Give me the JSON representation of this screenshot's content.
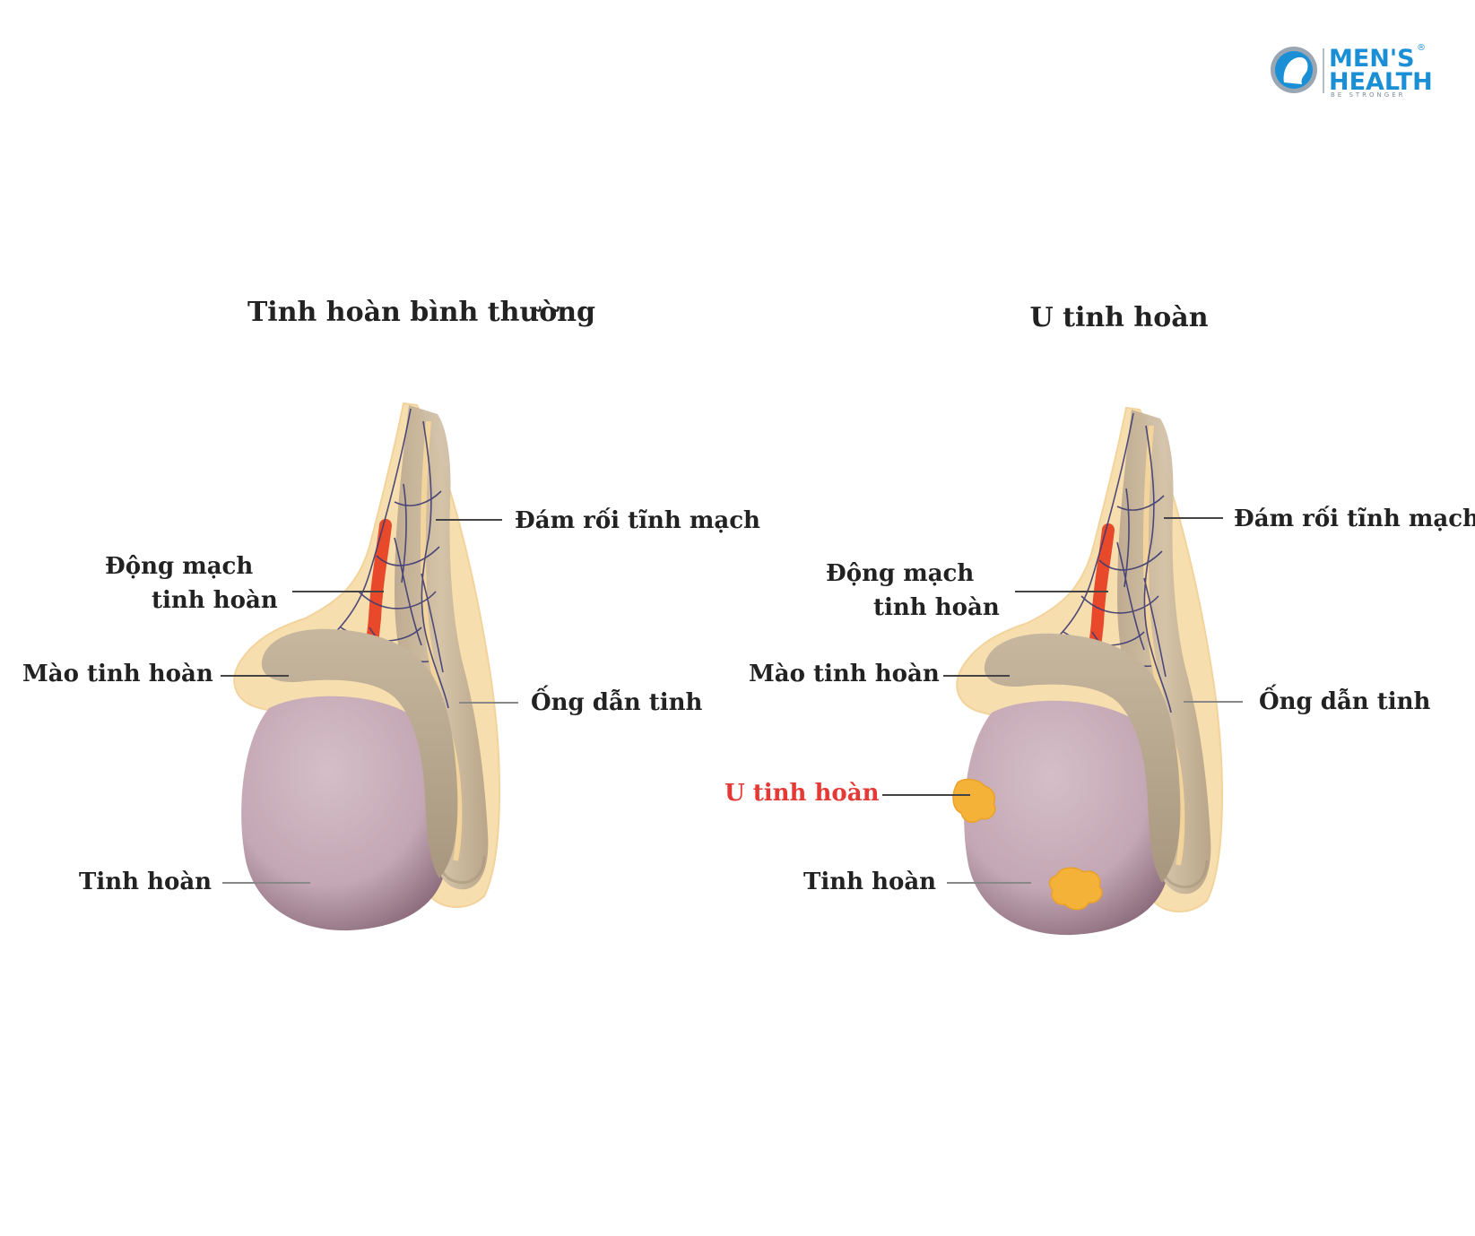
{
  "logo": {
    "line1": "MEN'S",
    "line2": "HEALTH",
    "tagline": "BE STRONGER",
    "registered": "®",
    "icon": "mens-health-head-icon",
    "color": "#1a8fd6"
  },
  "panels": {
    "normal": {
      "title": "Tinh hoàn bình thường",
      "labels": {
        "plexus": "Đám rối tĩnh mạch",
        "artery_line1": "Động mạch",
        "artery_line2": "tinh hoàn",
        "epididymis": "Mào tinh hoàn",
        "vas_deferens": "Ống dẫn tinh",
        "testis": "Tinh hoàn"
      }
    },
    "tumor": {
      "title": "U tinh hoàn",
      "labels": {
        "plexus": "Đám rối tĩnh mạch",
        "artery_line1": "Động mạch",
        "artery_line2": "tinh hoàn",
        "epididymis": "Mào tinh hoàn",
        "vas_deferens": "Ống dẫn tinh",
        "tumor": "U tinh hoàn",
        "testis": "Tinh hoàn"
      }
    }
  },
  "colors": {
    "sheath": "#f7deae",
    "cord": "#c8b49a",
    "epididymis": "#b9a88f",
    "testis": "#c8adb8",
    "artery": "#e8492b",
    "veins": "#3d3b74",
    "tumor": "#f4b338",
    "tumor_label": "#e53935"
  }
}
